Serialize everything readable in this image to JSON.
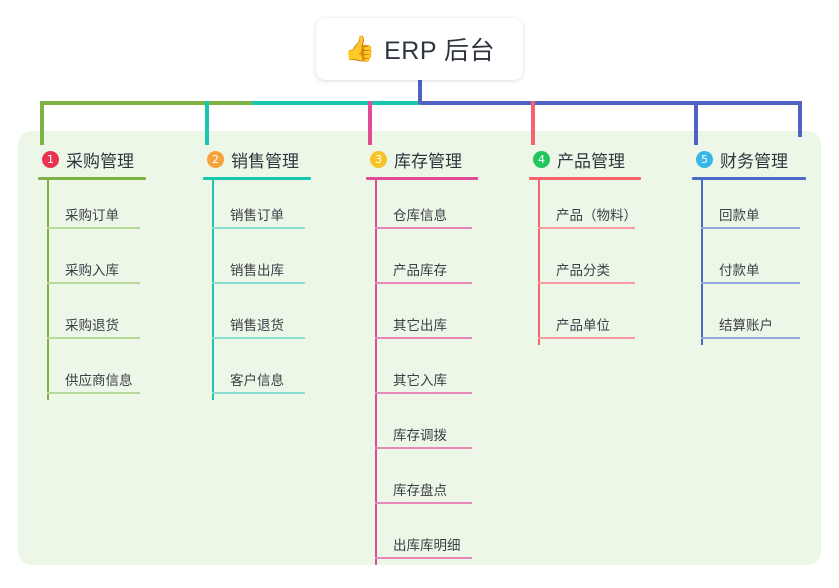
{
  "diagram": {
    "type": "mindmap",
    "root": {
      "icon": "thumbs-up-icon",
      "emoji": "👍",
      "title": "ERP 后台"
    },
    "panel_color": "#edf7e7",
    "root_connector_color": "#5261C2",
    "branches": [
      {
        "number": "1",
        "title": "采购管理",
        "badge_color": "#E8344E",
        "line_color": "#7CB342",
        "sub_line_color": "#B6D99A",
        "connector_color": "#7CB342",
        "items": [
          "采购订单",
          "采购入库",
          "采购退货",
          "供应商信息"
        ]
      },
      {
        "number": "2",
        "title": "销售管理",
        "badge_color": "#F5A33C",
        "line_color": "#19C7B1",
        "sub_line_color": "#8FDED2",
        "connector_color": "#19C7B1",
        "items": [
          "销售订单",
          "销售出库",
          "销售退货",
          "客户信息"
        ]
      },
      {
        "number": "3",
        "title": "库存管理",
        "badge_color": "#F7C325",
        "line_color": "#E14B96",
        "sub_line_color": "#E888B6",
        "connector_color": "#E14B96",
        "items": [
          "仓库信息",
          "产品库存",
          "其它出库",
          "其它入库",
          "库存调拨",
          "库存盘点",
          "出库库明细"
        ]
      },
      {
        "number": "4",
        "title": "产品管理",
        "badge_color": "#22C55E",
        "line_color": "#F4636E",
        "sub_line_color": "#F79AA0",
        "connector_color": "#F4636E",
        "items": [
          "产品（物料）",
          "产品分类",
          "产品单位"
        ]
      },
      {
        "number": "5",
        "title": "财务管理",
        "badge_color": "#38B6E8",
        "line_color": "#4A6BC4",
        "sub_line_color": "#93A9DD",
        "connector_color": "#5261C2",
        "items": [
          "回款单",
          "付款单",
          "结算账户"
        ]
      }
    ]
  }
}
